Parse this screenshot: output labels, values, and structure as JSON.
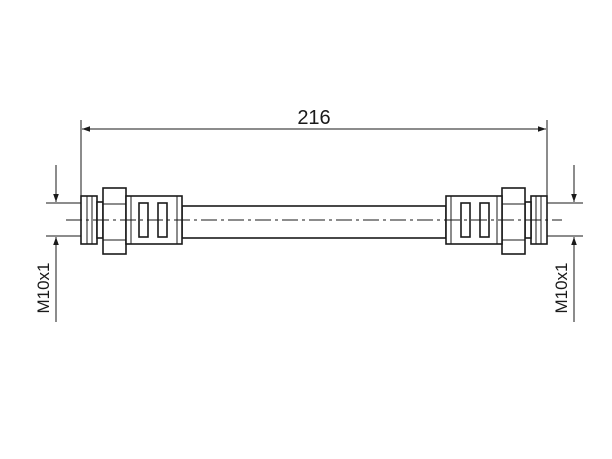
{
  "dimensions": {
    "length": "216",
    "thread_left": "M10x1",
    "thread_right": "M10x1"
  },
  "colors": {
    "line": "#1a1a1a",
    "background": "#ffffff"
  }
}
